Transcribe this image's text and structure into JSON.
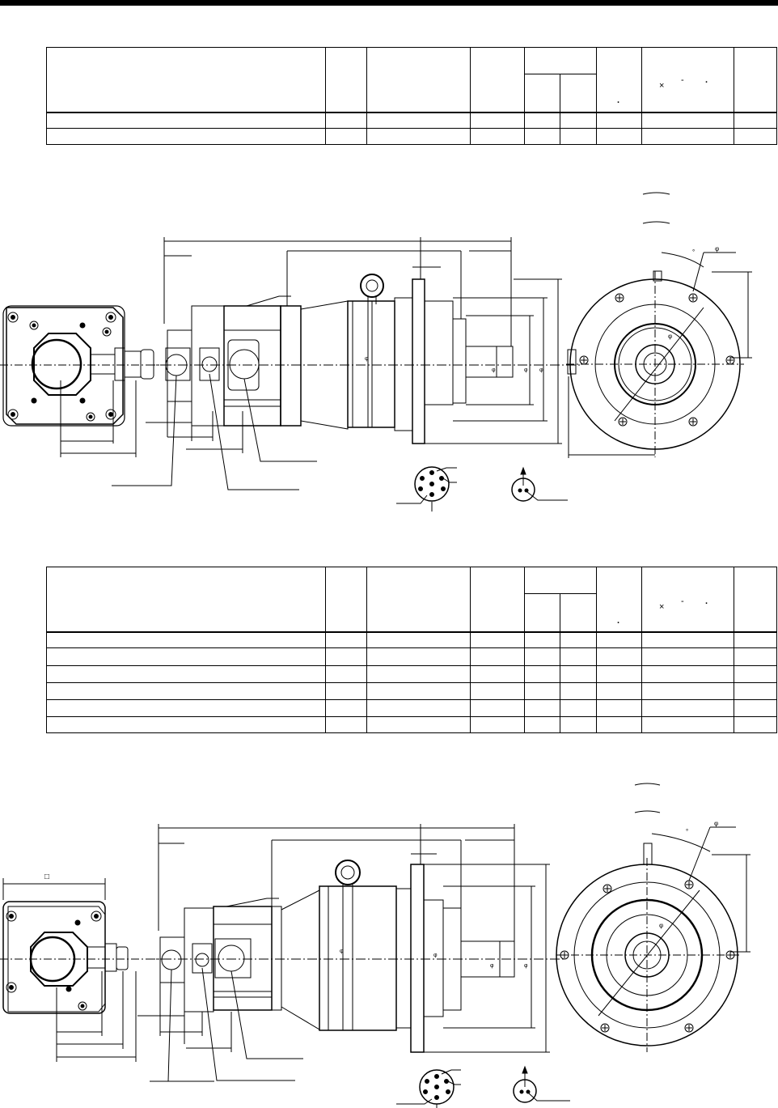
{
  "page": {
    "title": "",
    "tables": [
      {
        "rows": 2,
        "symbols": [
          "×",
          "-",
          "."
        ]
      },
      {
        "rows": 6,
        "symbols": [
          "×",
          "-",
          "."
        ]
      }
    ],
    "drawings": [
      {
        "labels": [
          "φ",
          "°",
          "φ",
          "φ",
          "φ",
          "φ",
          "φ"
        ],
        "callouts": [
          "",
          "",
          "",
          ""
        ]
      },
      {
        "labels": [
          "□",
          "φ",
          "°",
          "φ",
          "φ",
          "φ",
          "φ",
          "φ"
        ],
        "callouts": [
          "",
          "",
          "",
          ""
        ]
      }
    ]
  }
}
